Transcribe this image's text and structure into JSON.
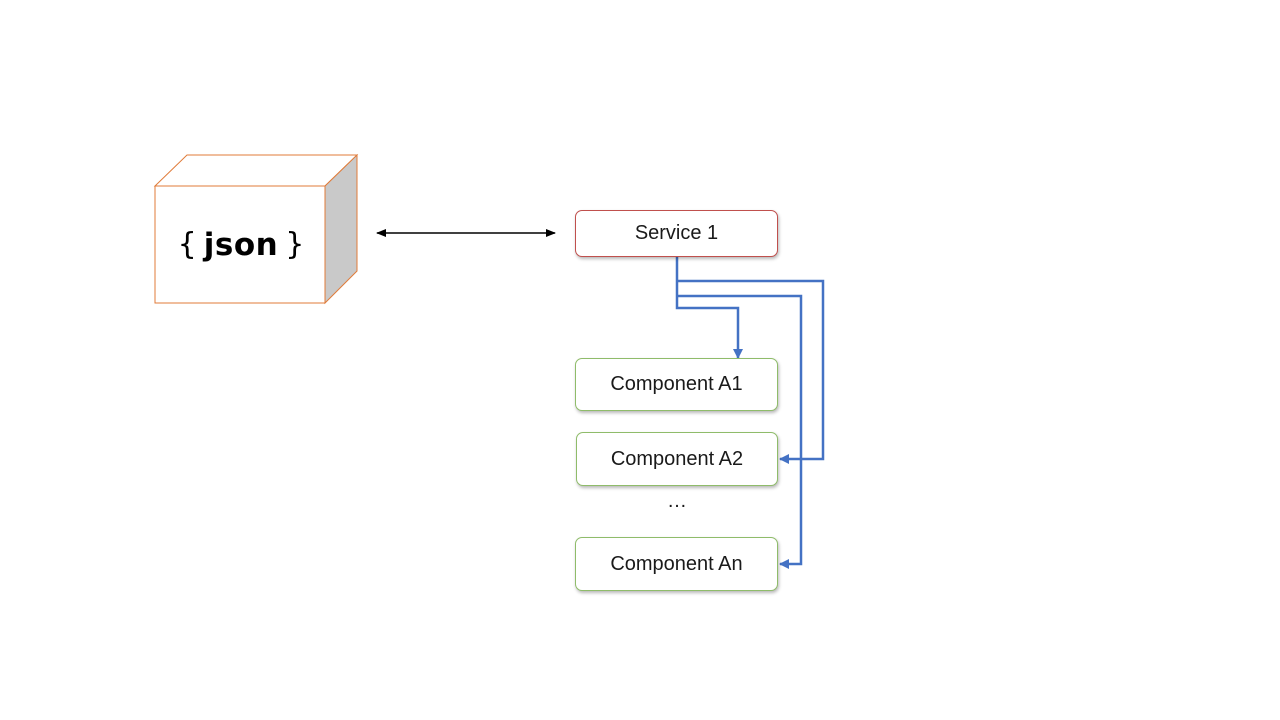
{
  "data_store": {
    "open_brace": "{",
    "label": "json",
    "close_brace": "}"
  },
  "service": {
    "label": "Service 1"
  },
  "components": [
    {
      "label": "Component A1"
    },
    {
      "label": "Component A2"
    },
    {
      "label": "Component An"
    }
  ],
  "ellipsis": "…",
  "colors": {
    "cube_border": "#e07b39",
    "cube_side": "#c9c9c9",
    "service_border": "#c0504d",
    "component_border": "#8fbc6a",
    "connector_blue": "#4472c4",
    "bidirectional_arrow": "#000000"
  }
}
